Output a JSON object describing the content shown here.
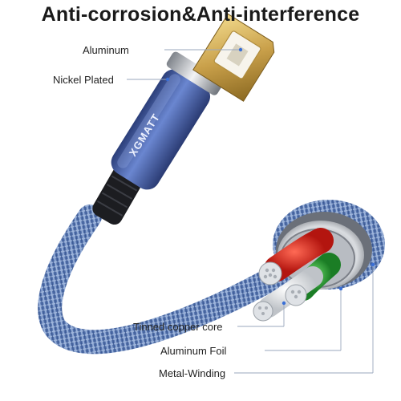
{
  "title": "Anti-corrosion&Anti-interference",
  "brand": "XGMATT",
  "labels": {
    "aluminum": "Aluminum",
    "nickel_plated": "Nickel Plated",
    "tinned_copper_core": "Tinned copper core",
    "aluminum_foil": "Aluminum Foil",
    "metal_winding": "Metal-Winding"
  },
  "colors": {
    "braid_blue": "#4f6fa8",
    "housing_blue": "#4d69b3",
    "gold": "#d6b35a",
    "wire_red": "#d8261f",
    "wire_green": "#2ea43a",
    "wire_silver": "#c9ccd0",
    "leader_line": "#9aa7bd",
    "marker_dot": "#3a6fd6"
  }
}
